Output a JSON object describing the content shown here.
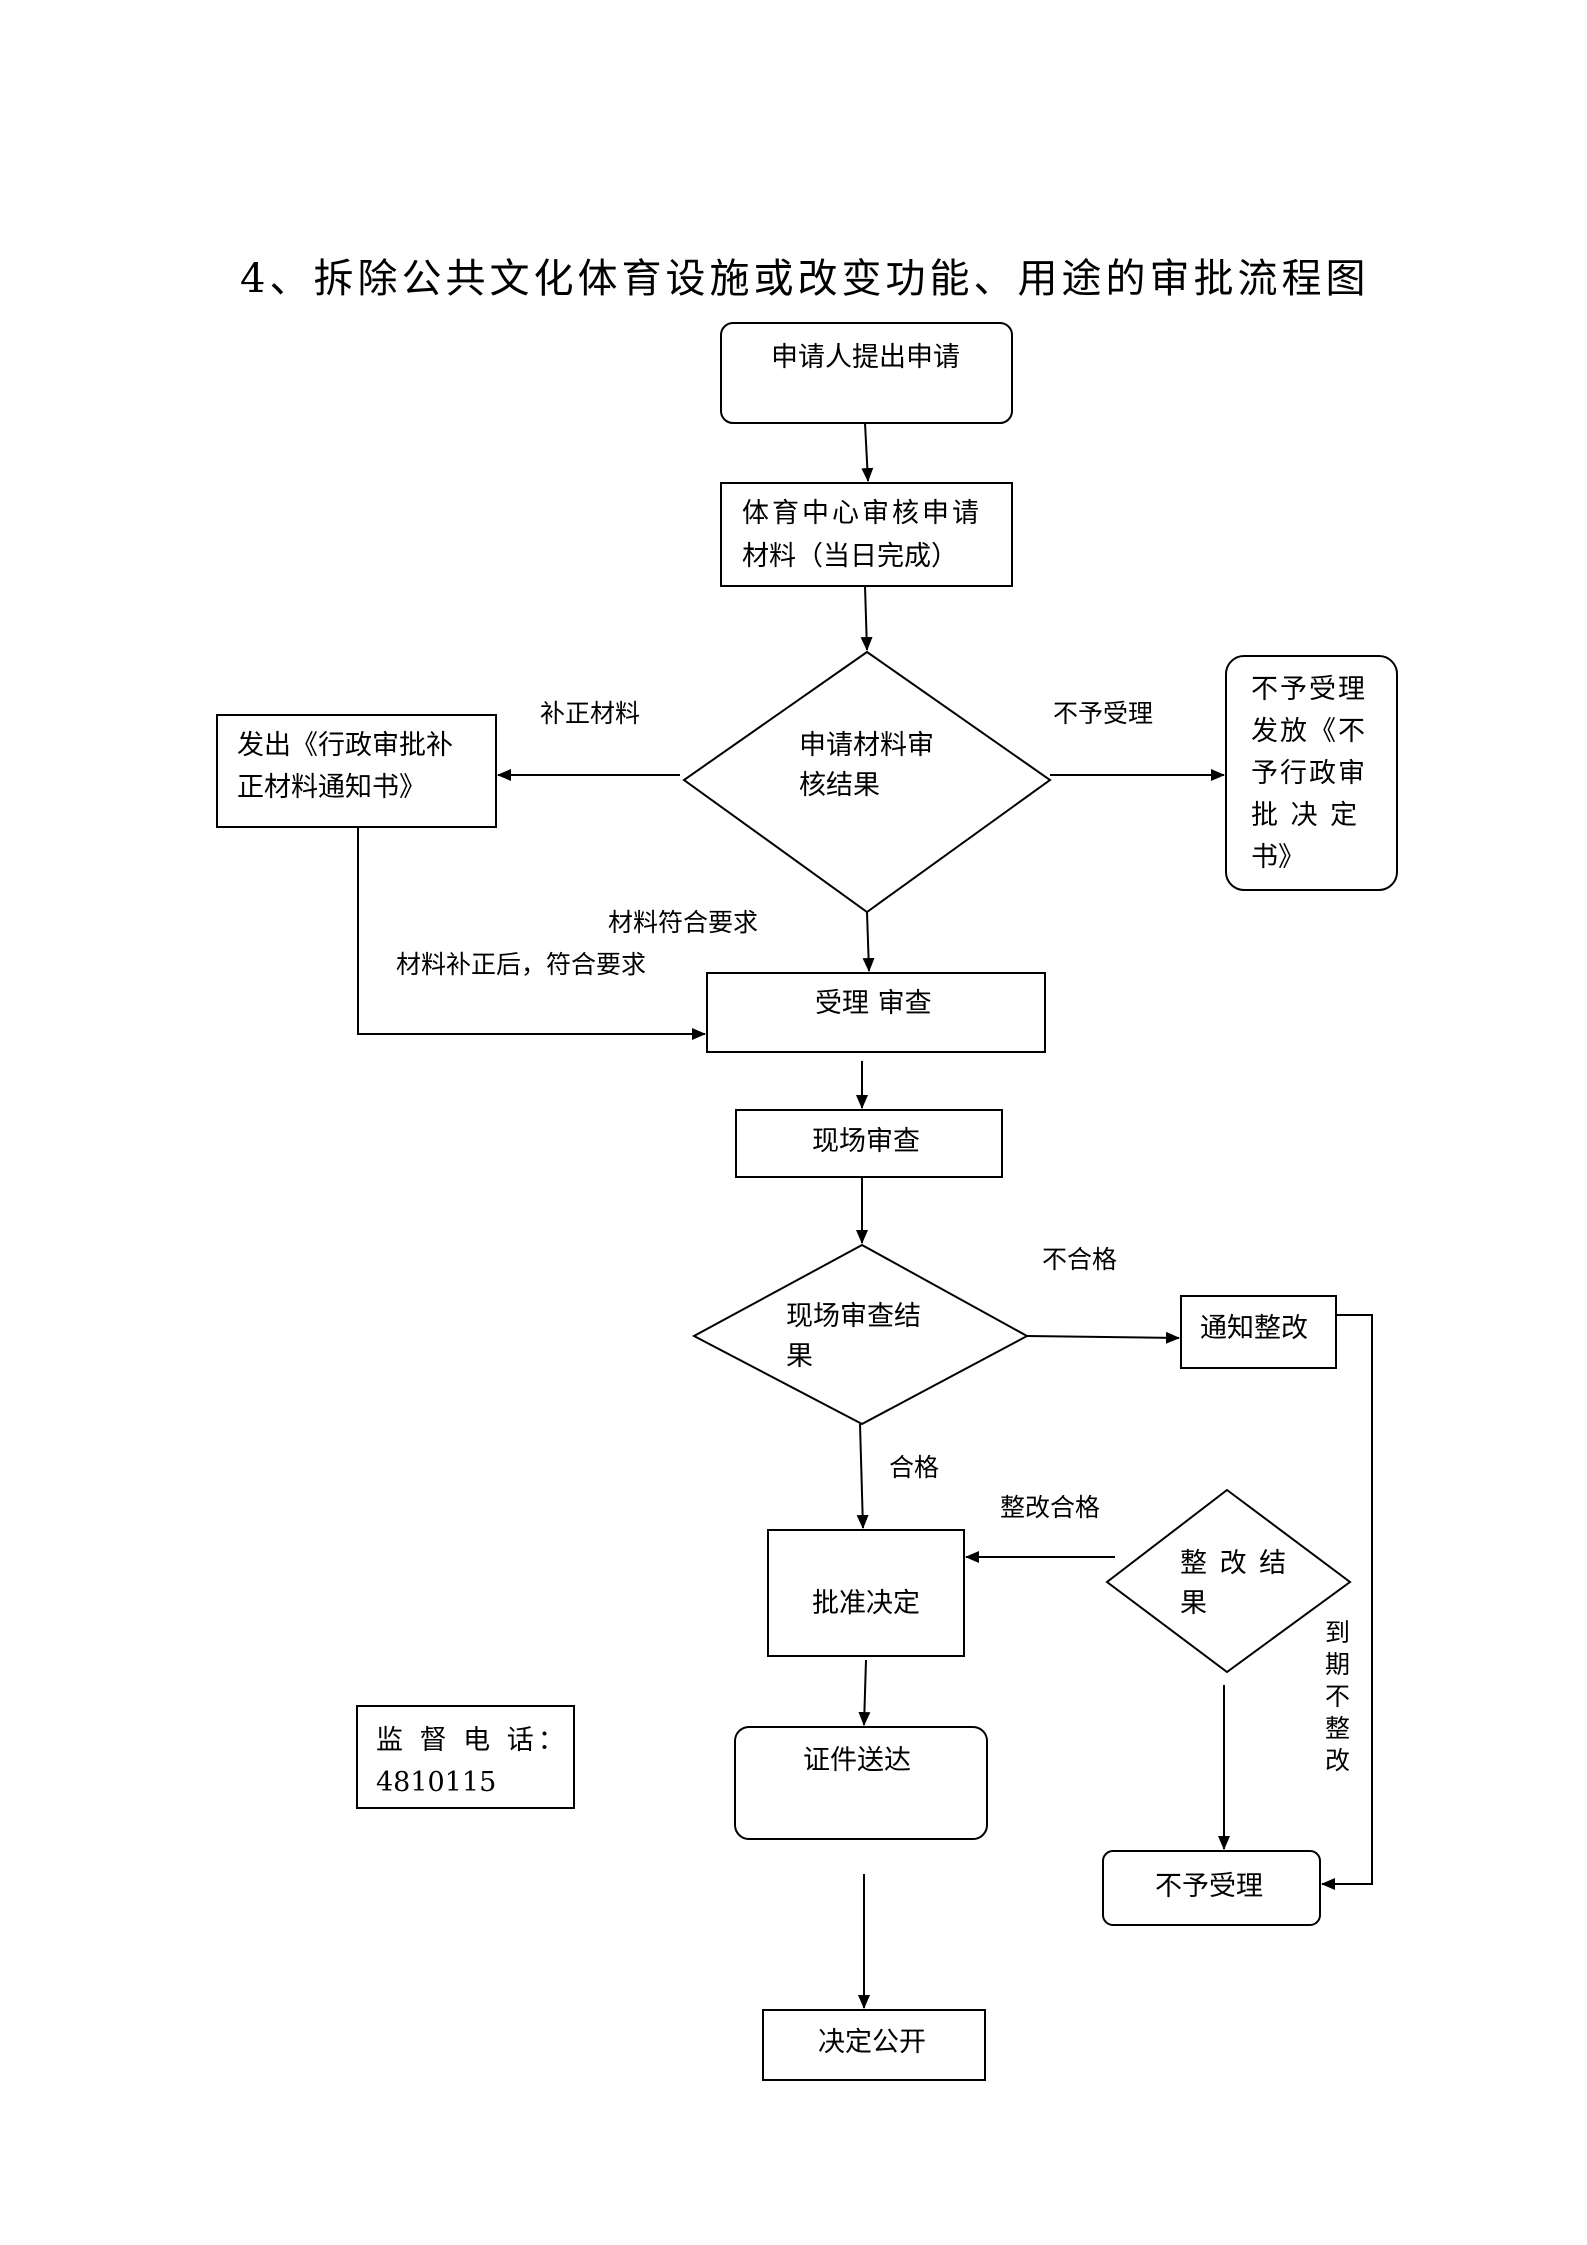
{
  "title": "4、拆除公共文化体育设施或改变功能、用途的审批流程图",
  "nodes": {
    "apply": "申请人提出申请",
    "center_review_l1": "体育中心审核申请",
    "center_review_l2": "材料（当日完成）",
    "review_result_l1": "申请材料审",
    "review_result_l2": "核结果",
    "supplement_notice_l1": "发出《行政审批补",
    "supplement_notice_l2": "正材料通知书》",
    "reject_decision_l1": "不予受理",
    "reject_decision_l2": "发放《不",
    "reject_decision_l3": "予行政审",
    "reject_decision_l4": "批 决 定",
    "reject_decision_l5": "书》",
    "accept_review": "受理 审查",
    "site_review": "现场审查",
    "site_result_l1": "现场审查结",
    "site_result_l2": "果",
    "rectify_notice": "通知整改",
    "rectify_result_l1": "整 改 结",
    "rectify_result_l2": "果",
    "approval": "批准决定",
    "certificate": "证件送达",
    "not_accepted": "不予受理",
    "publish": "决定公开",
    "hotline_l1": "监 督 电 话：",
    "hotline_l2": "4810115"
  },
  "edge_labels": {
    "supplement": "补正材料",
    "reject": "不予受理",
    "meets": "材料符合要求",
    "after_supplement": "材料补正后，符合要求",
    "fail": "不合格",
    "pass": "合格",
    "rectify_pass": "整改合格",
    "overdue": "到期不整改"
  }
}
